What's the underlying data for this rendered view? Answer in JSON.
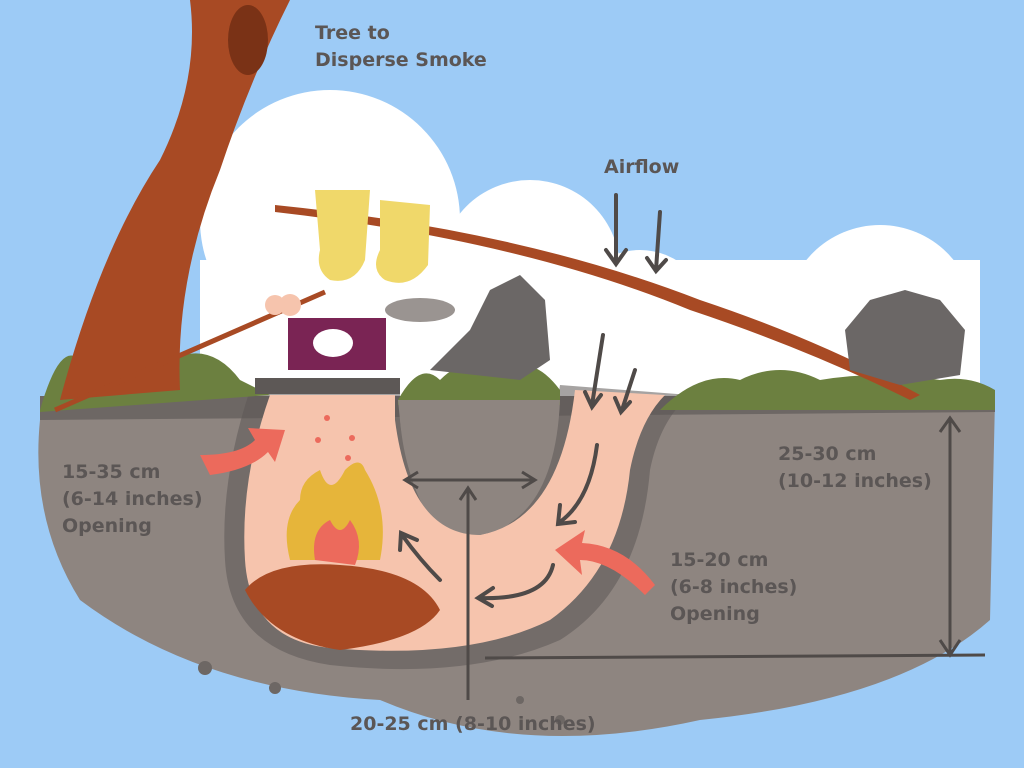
{
  "title": "Dakota fire hole diagram",
  "colors": {
    "sky": "#9dcbf6",
    "ground": "#8e8580",
    "ground_dark": "#5d5856",
    "pit": "#f6c4ad",
    "grass": "#6c8040",
    "tree": "#a84a24",
    "flame": "#e6b53a",
    "text": "#5b5655",
    "arrow_red": "#ec6a5c"
  },
  "labels": {
    "tree": [
      "Tree to",
      "Disperse Smoke"
    ],
    "airflow": "Airflow",
    "fire_opening": [
      "15-35 cm",
      "(6-14 inches)",
      "Opening"
    ],
    "depth": [
      "25-30 cm",
      "(10-12 inches)"
    ],
    "air_opening": [
      "15-20 cm",
      "(6-8 inches)",
      "Opening"
    ],
    "spacing": "20-25 cm (8-10 inches)"
  }
}
